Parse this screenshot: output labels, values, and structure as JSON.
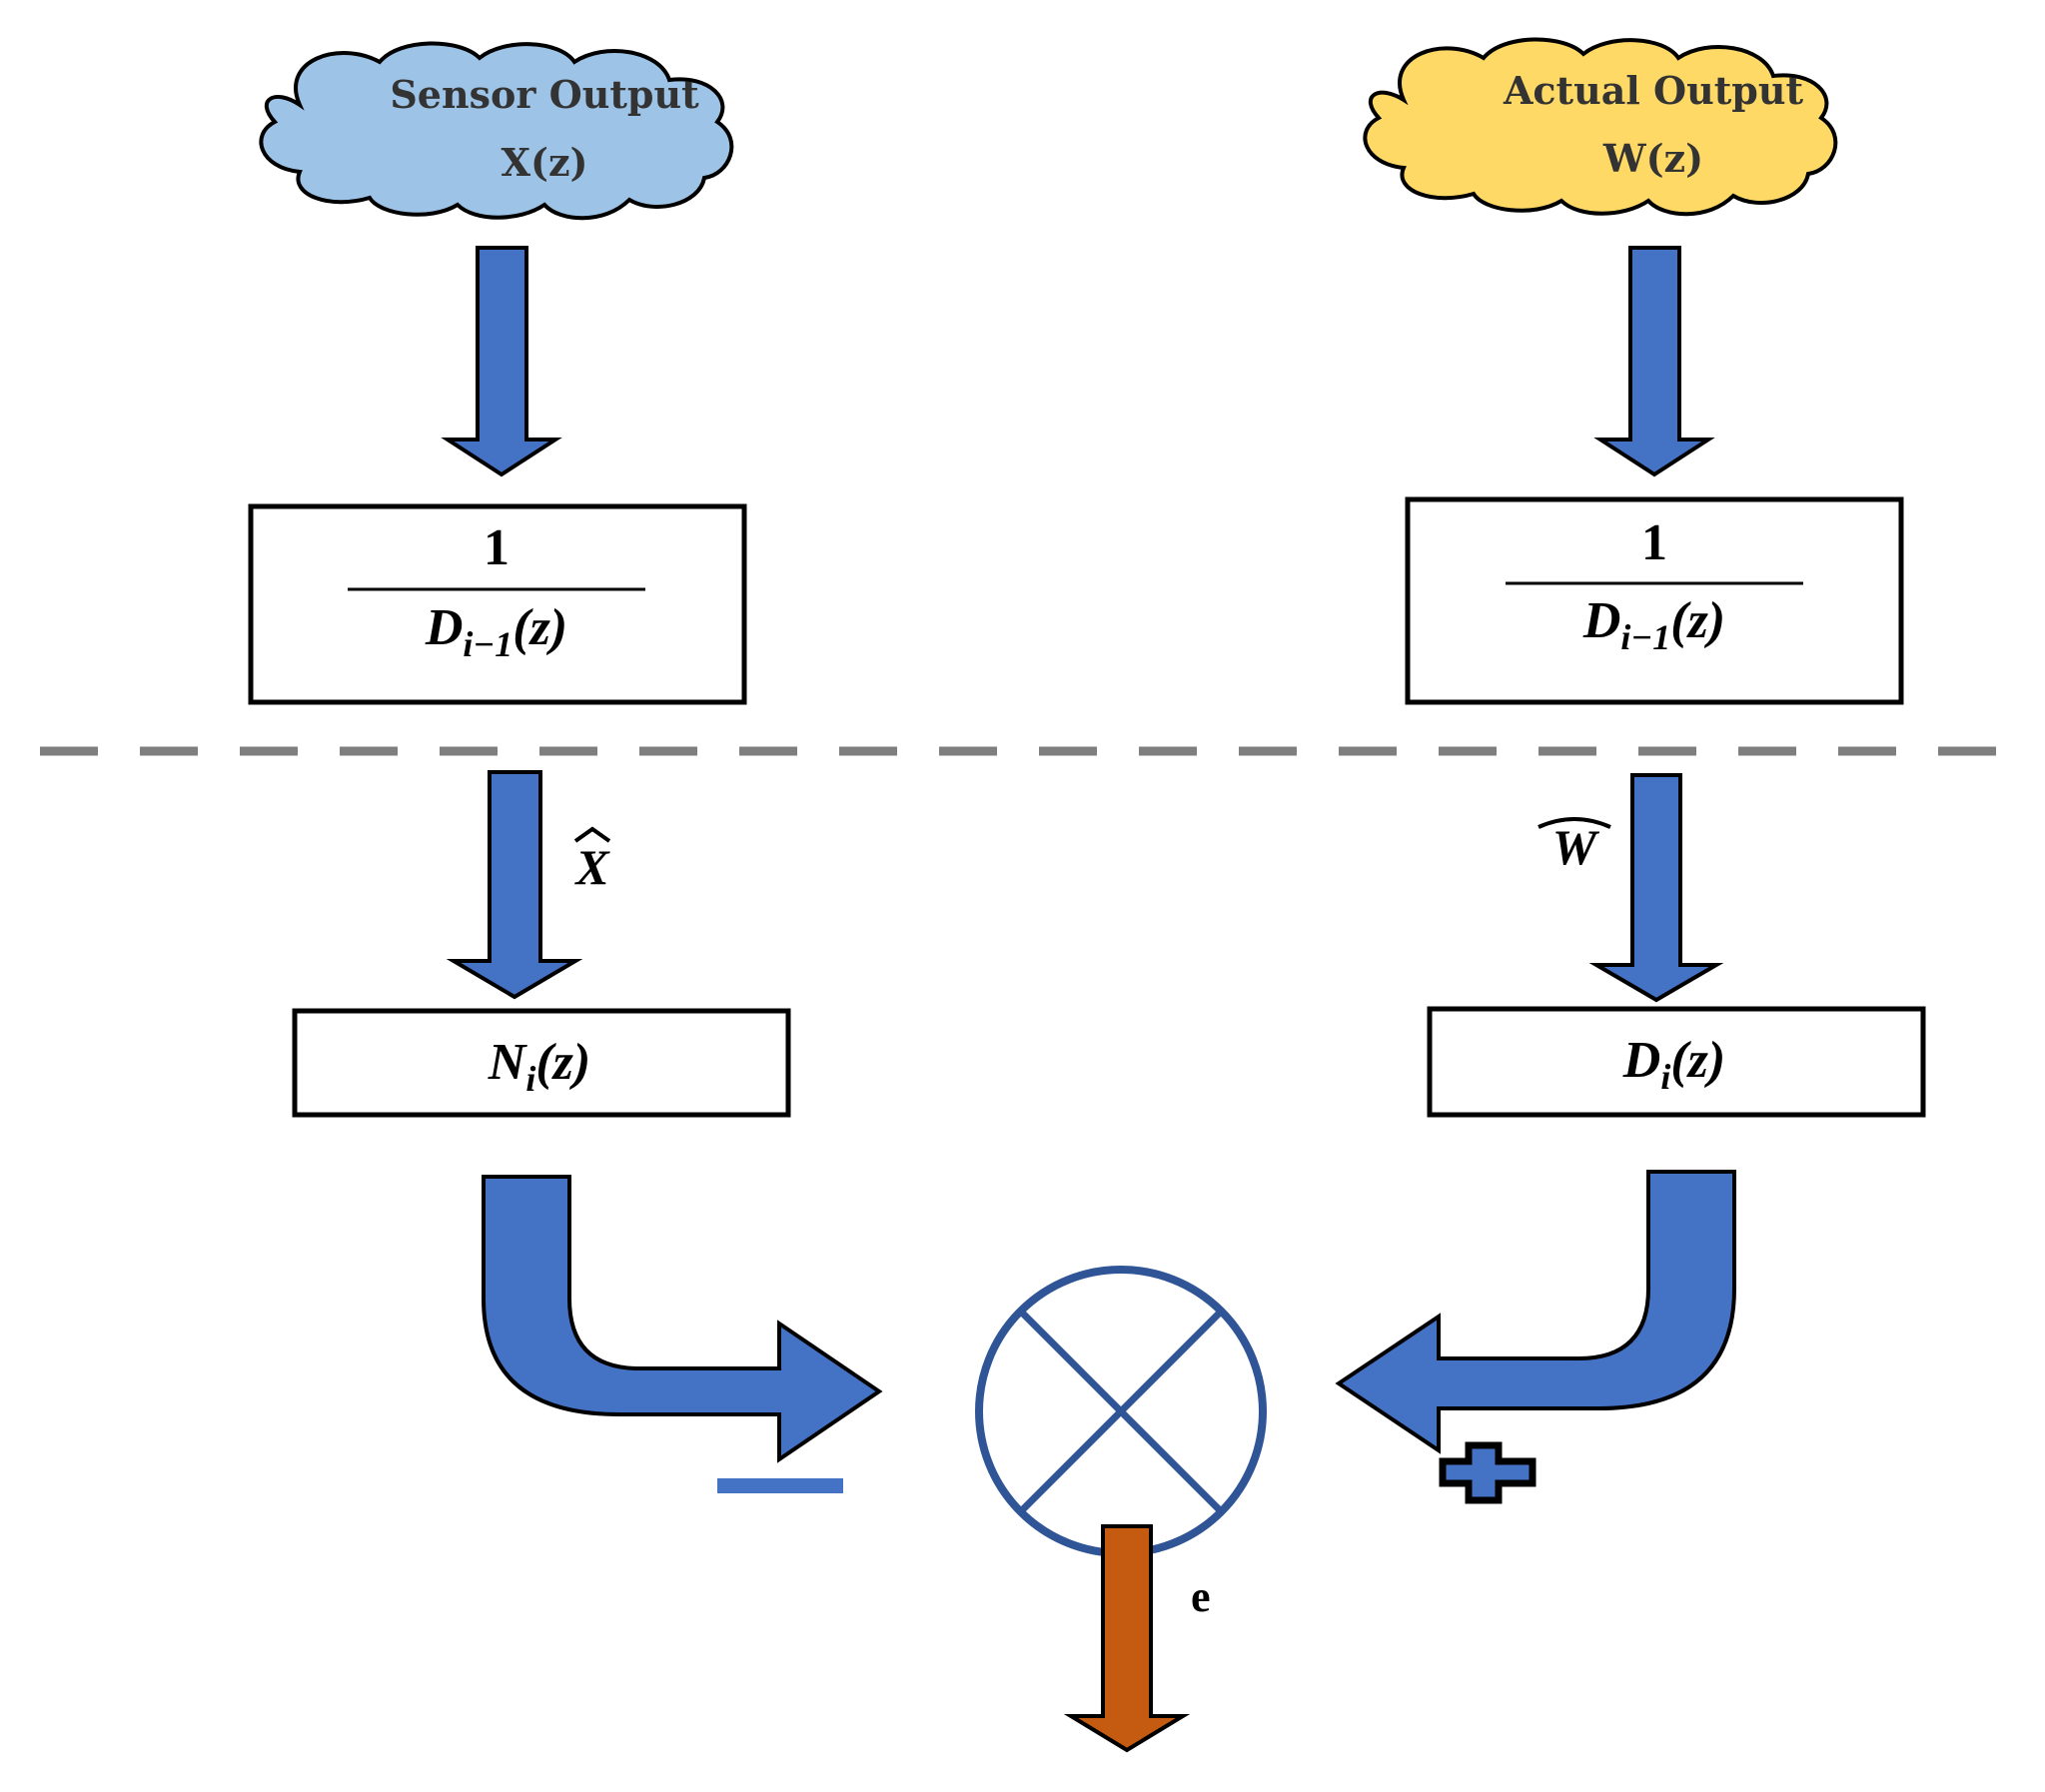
{
  "clouds": {
    "sensor": {
      "title": "Sensor Output",
      "signal": "X(z)",
      "fill": "#9DC3E6"
    },
    "actual": {
      "title": "Actual Output",
      "signal": "W(z)",
      "fill": "#FFD966"
    }
  },
  "blocks": {
    "left_divider": {
      "numerator": "1",
      "base": "D",
      "subscript": "i−1",
      "arg": "(z)"
    },
    "right_divider": {
      "numerator": "1",
      "base": "D",
      "subscript": "i−1",
      "arg": "(z)"
    },
    "numerator_block": {
      "base": "N",
      "subscript": "i",
      "arg": "(z)"
    },
    "denominator_block": {
      "base": "D",
      "subscript": "i",
      "arg": "(z)"
    }
  },
  "signals": {
    "x_hat": "X",
    "w_hat": "W",
    "error": "e"
  },
  "colors": {
    "arrow": "#4472C4",
    "error_arrow": "#C55A11",
    "summing": "#2F5597",
    "minus_sign": "#4472C4",
    "dashed_line": "#7F7F7F"
  }
}
